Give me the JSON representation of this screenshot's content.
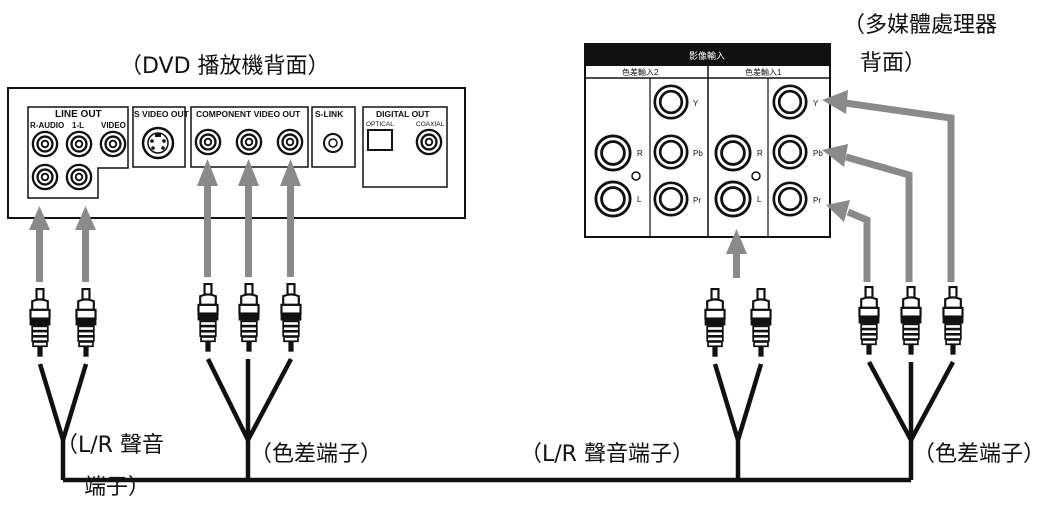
{
  "labels": {
    "dvd_back": "（DVD 播放機背面）",
    "processor_back_line1": "（多媒體處理器",
    "processor_back_line2": "背面）",
    "lr_audio_line1": "（L/R 聲音",
    "lr_audio_line2": "端子）",
    "component_left": "（色差端子）",
    "lr_audio_right": "（L/R 聲音端子）",
    "component_right": "（色差端子）"
  },
  "dvd_panel": {
    "line_out": "LINE OUT",
    "r_audio": "R-AUDIO",
    "one_l": "1-L",
    "video": "VIDEO",
    "s_video_out": "S VIDEO OUT",
    "component_video_out": "COMPONENT VIDEO OUT",
    "s_link": "S-LINK",
    "digital_out": "DIGITAL OUT",
    "optical": "OPTICAL",
    "coaxial": "COAXIAL"
  },
  "processor_panel": {
    "title": "影像輸入",
    "component_in_2": "色差輸入2",
    "component_in_1": "色差輸入1",
    "y": "Y",
    "pb": "Pb",
    "pr": "Pr",
    "r": "R",
    "l": "L"
  },
  "colors": {
    "arrow": "#8a8a8a",
    "cable": "#111111",
    "panel_stroke": "#111111"
  }
}
